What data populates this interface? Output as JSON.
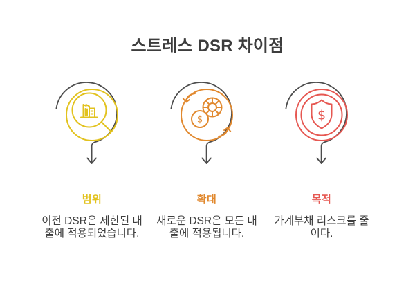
{
  "title": "스트레스 DSR 차이점",
  "colors": {
    "line": "#4d4d4d",
    "title": "#3d3d3d",
    "body_text": "#3e3e3e"
  },
  "sections": [
    {
      "label": "범위",
      "accent": "#e2c21e",
      "icon": "magnifier-building-icon",
      "body_lines": [
        "이전 DSR은 제한된 대",
        "출에 적용되었습니다."
      ]
    },
    {
      "label": "확대",
      "accent": "#e1892f",
      "icon": "currency-exchange-icon",
      "icon_text": "$",
      "body_lines": [
        "새로운 DSR은 모든 대",
        "출에 적용됩니다."
      ]
    },
    {
      "label": "목적",
      "accent": "#e65852",
      "icon": "shield-dollar-icon",
      "icon_text": "$",
      "body_lines": [
        "가계부채 리스크를 줄",
        "이다."
      ]
    }
  ]
}
